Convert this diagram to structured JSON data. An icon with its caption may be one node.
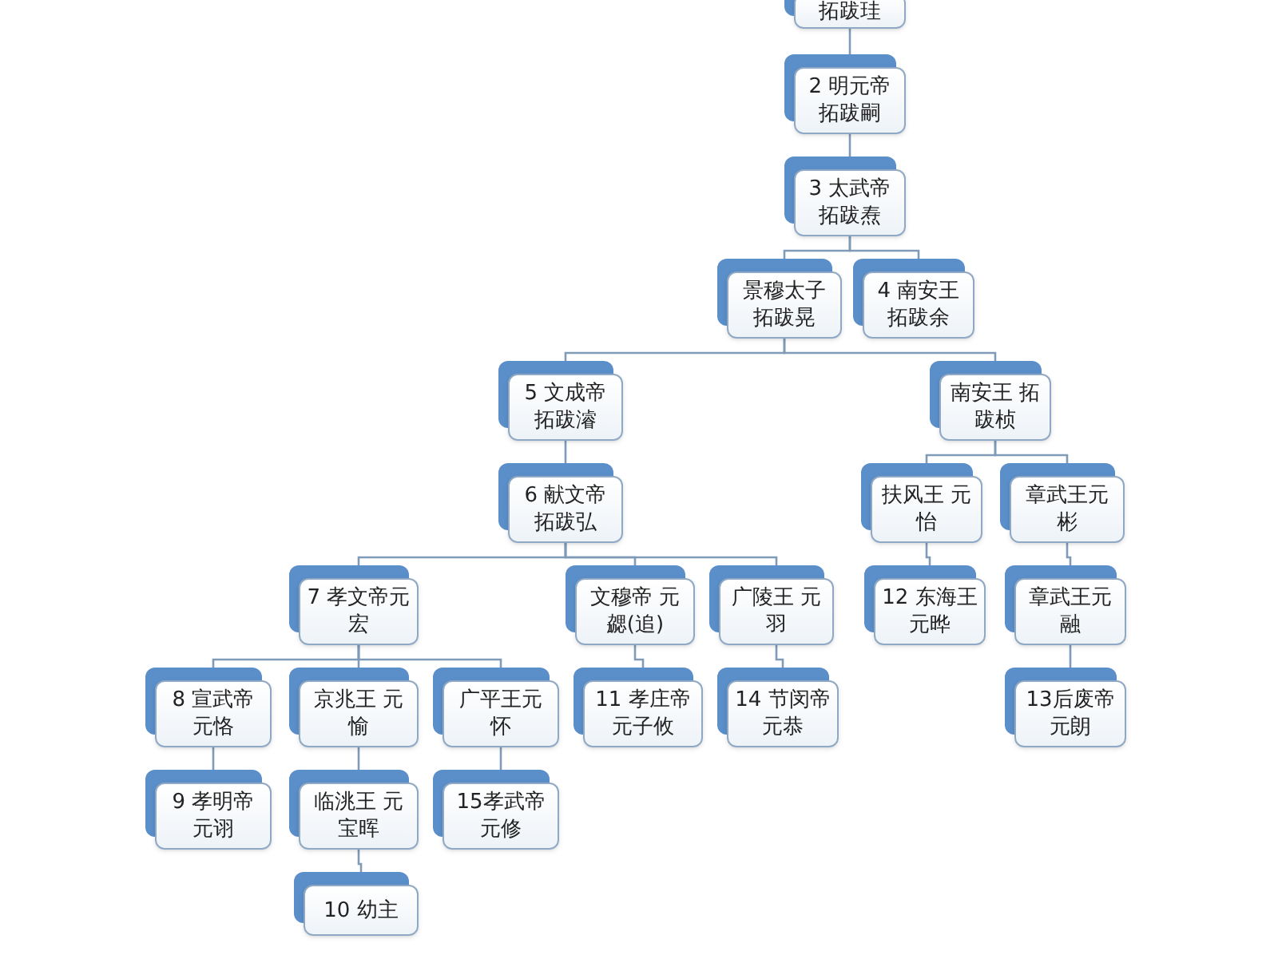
{
  "diagram": {
    "nodes": [
      {
        "text": [
          "拓跋珪"
        ]
      },
      {
        "text": [
          "2 明元帝拓跋嗣"
        ]
      },
      {
        "text": [
          "3 太武帝拓跋焘"
        ]
      },
      {
        "text": [
          "景穆太子拓跋晃"
        ]
      },
      {
        "text": [
          "4 南安王拓跋余"
        ]
      },
      {
        "text": [
          "5 文成帝拓跋濬"
        ]
      },
      {
        "text": [
          "南安王 拓跋桢"
        ]
      },
      {
        "text": [
          "6 献文帝拓跋弘"
        ]
      },
      {
        "text": [
          "扶风王 元怡"
        ]
      },
      {
        "text": [
          "章武王元彬"
        ]
      },
      {
        "text": [
          "7 孝文帝元宏"
        ]
      },
      {
        "text": [
          "文穆帝 元勰(追)"
        ]
      },
      {
        "text": [
          "广陵王 元羽"
        ]
      },
      {
        "text": [
          "12 东海王元晔"
        ]
      },
      {
        "text": [
          "章武王元融"
        ]
      },
      {
        "text": [
          "8 宣武帝元恪"
        ]
      },
      {
        "text": [
          "京兆王 元愉"
        ]
      },
      {
        "text": [
          "广平王元怀"
        ]
      },
      {
        "text": [
          "11 孝庄帝元子攸"
        ]
      },
      {
        "text": [
          "14 节闵帝元恭"
        ]
      },
      {
        "text": [
          "13后废帝元朗"
        ]
      },
      {
        "text": [
          "9 孝明帝元诩"
        ]
      },
      {
        "text": [
          "临洮王 元宝晖"
        ]
      },
      {
        "text": [
          "15孝武帝元修"
        ]
      },
      {
        "text": [
          "10 幼主"
        ]
      }
    ],
    "edges": [
      {
        "from": 0,
        "to": 1,
        "arrow": "none"
      },
      {
        "from": 1,
        "to": 2,
        "arrow": "none"
      },
      {
        "from": 2,
        "to": 3,
        "arrow": "none"
      },
      {
        "from": 2,
        "to": 4,
        "arrow": "none"
      },
      {
        "from": 3,
        "to": 5,
        "arrow": "none"
      },
      {
        "from": 3,
        "to": 6,
        "arrow": "none"
      },
      {
        "from": 5,
        "to": 7,
        "arrow": "none"
      },
      {
        "from": 6,
        "to": 8,
        "arrow": "none"
      },
      {
        "from": 6,
        "to": 9,
        "arrow": "none"
      },
      {
        "from": 7,
        "to": 10,
        "arrow": "none"
      },
      {
        "from": 7,
        "to": 11,
        "arrow": "none"
      },
      {
        "from": 7,
        "to": 12,
        "arrow": "none"
      },
      {
        "from": 8,
        "to": 13,
        "arrow": "none"
      },
      {
        "from": 9,
        "to": 14,
        "arrow": "none"
      },
      {
        "from": 10,
        "to": 15,
        "arrow": "none"
      },
      {
        "from": 10,
        "to": 16,
        "arrow": "none"
      },
      {
        "from": 10,
        "to": 17,
        "arrow": "none"
      },
      {
        "from": 11,
        "to": 18,
        "arrow": "none"
      },
      {
        "from": 12,
        "to": 19,
        "arrow": "none"
      },
      {
        "from": 14,
        "to": 20,
        "arrow": "none"
      },
      {
        "from": 15,
        "to": 21,
        "arrow": "none"
      },
      {
        "from": 16,
        "to": 22,
        "arrow": "none"
      },
      {
        "from": 17,
        "to": 23,
        "arrow": "none"
      },
      {
        "from": 22,
        "to": 24,
        "arrow": "none"
      }
    ]
  }
}
